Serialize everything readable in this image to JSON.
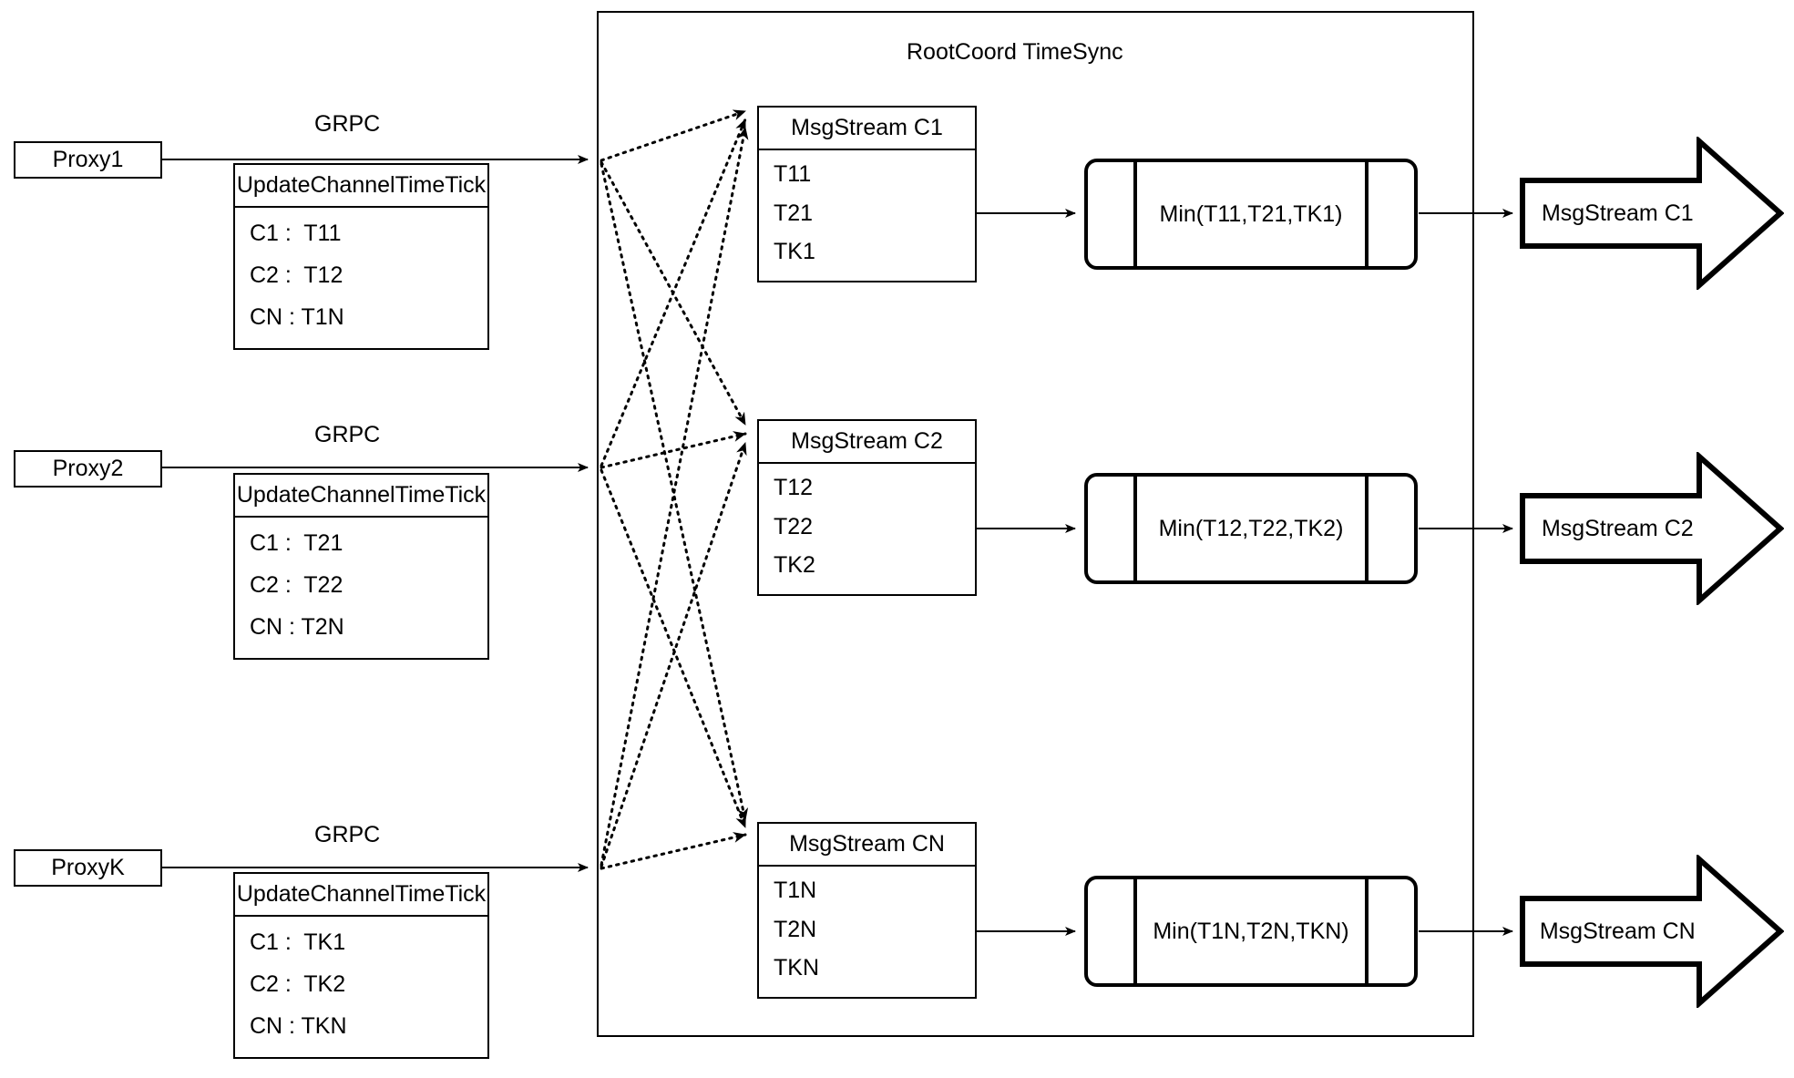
{
  "diagram": {
    "container": {
      "title": "RootCoord TimeSync"
    },
    "link_label": "GRPC",
    "proxies": [
      {
        "name": "Proxy1",
        "rpc_title": "UpdateChannelTimeTick",
        "rpc_rows": [
          "C1 :  T11",
          "C2 :  T12",
          "CN : T1N"
        ],
        "link_label": "GRPC"
      },
      {
        "name": "Proxy2",
        "rpc_title": "UpdateChannelTimeTick",
        "rpc_rows": [
          "C1 :  T21",
          "C2 :  T22",
          "CN : T2N"
        ],
        "link_label": "GRPC"
      },
      {
        "name": "ProxyK",
        "rpc_title": "UpdateChannelTimeTick",
        "rpc_rows": [
          "C1 :  TK1",
          "C2 :  TK2",
          "CN : TKN"
        ],
        "link_label": "GRPC"
      }
    ],
    "channels": [
      {
        "stream_title": "MsgStream C1",
        "stream_rows": [
          "T11",
          "T21",
          "TK1"
        ],
        "min_label": "Min(T11,T21,TK1)",
        "output_label": "MsgStream C1"
      },
      {
        "stream_title": "MsgStream C2",
        "stream_rows": [
          "T12",
          "T22",
          "TK2"
        ],
        "min_label": "Min(T12,T22,TK2)",
        "output_label": "MsgStream C2"
      },
      {
        "stream_title": "MsgStream CN",
        "stream_rows": [
          "T1N",
          "T2N",
          "TKN"
        ],
        "min_label": "Min(T1N,T2N,TKN)",
        "output_label": "MsgStream CN"
      }
    ],
    "colors": {
      "stroke": "#000000",
      "background": "#ffffff"
    }
  }
}
